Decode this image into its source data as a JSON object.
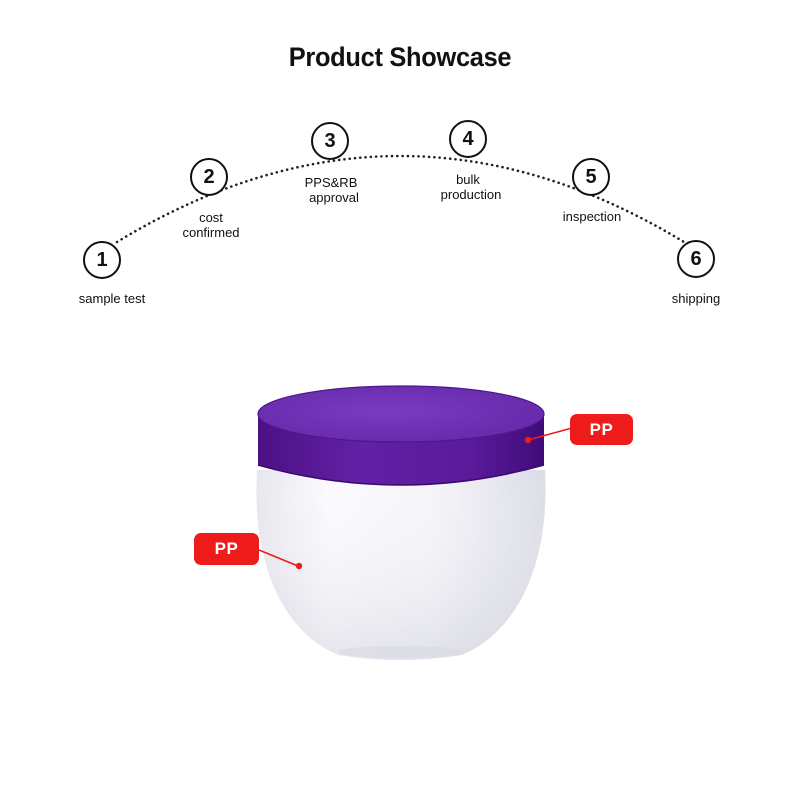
{
  "title": "Product Showcase",
  "steps": [
    {
      "number": "1",
      "label_lines": [
        "sample test"
      ]
    },
    {
      "number": "2",
      "label_lines": [
        "cost",
        "confirmed"
      ]
    },
    {
      "number": "3",
      "label_lines": [
        "PPS&RB",
        "approval"
      ]
    },
    {
      "number": "4",
      "label_lines": [
        "bulk",
        "production"
      ]
    },
    {
      "number": "5",
      "label_lines": [
        "inspection"
      ]
    },
    {
      "number": "6",
      "label_lines": [
        "shipping"
      ]
    }
  ],
  "product": {
    "lid_color": "#5a1a9a",
    "body_color": "#f7f7fb",
    "callouts": [
      {
        "target": "lid",
        "text": "PP"
      },
      {
        "target": "body",
        "text": "PP"
      }
    ],
    "accent_color": "#ee1b1b"
  }
}
